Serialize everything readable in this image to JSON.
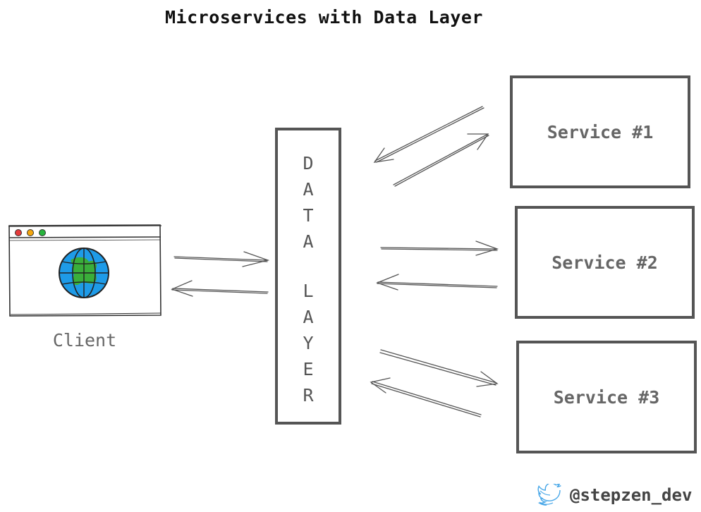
{
  "title": "Microservices with Data Layer",
  "client": {
    "label": "Client",
    "icon": "browser-globe-icon"
  },
  "data_layer": {
    "letters": [
      "D",
      "A",
      "T",
      "A",
      "L",
      "A",
      "Y",
      "E",
      "R"
    ]
  },
  "services": [
    {
      "label": "Service #1"
    },
    {
      "label": "Service #2"
    },
    {
      "label": "Service #3"
    }
  ],
  "footer": {
    "handle": "@stepzen_dev",
    "icon": "twitter-bird-icon"
  },
  "colors": {
    "stroke": "#555555",
    "text_muted": "#666666",
    "globe_blue": "#1e9be8",
    "globe_green": "#3aae3a",
    "dot_red": "#e53b3b",
    "dot_yellow": "#f3a60f",
    "dot_green": "#27b33c",
    "twitter_blue": "#4aa8e8"
  }
}
